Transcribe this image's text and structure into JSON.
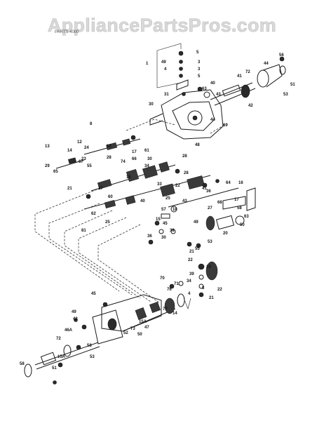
{
  "watermark": "AppliancePartsPros.com",
  "subheading": "PARTS 4000",
  "labels": [
    "56",
    "5",
    "3",
    "4",
    "3",
    "5",
    "49",
    "1",
    "72",
    "44",
    "41",
    "51",
    "53",
    "42",
    "43",
    "63",
    "31",
    "40",
    "30",
    "44",
    "48",
    "69",
    "8",
    "13",
    "14",
    "24",
    "12",
    "10",
    "23",
    "28",
    "29",
    "65",
    "17",
    "66",
    "67",
    "61",
    "55",
    "34",
    "30",
    "74",
    "28",
    "22",
    "28",
    "27",
    "15",
    "21",
    "60",
    "33",
    "25",
    "36",
    "43",
    "41",
    "57",
    "15",
    "18",
    "17",
    "64",
    "68",
    "16",
    "27",
    "40",
    "58",
    "63",
    "50",
    "81",
    "62",
    "25",
    "36",
    "30",
    "38",
    "45",
    "49",
    "55",
    "53",
    "20",
    "21",
    "22",
    "19",
    "39",
    "34",
    "22",
    "4",
    "8",
    "21",
    "70",
    "71",
    "76",
    "14",
    "77",
    "15A",
    "47",
    "50",
    "73",
    "45",
    "52",
    "49",
    "42",
    "46A",
    "58",
    "72",
    "15A",
    "58",
    "51",
    "53"
  ]
}
